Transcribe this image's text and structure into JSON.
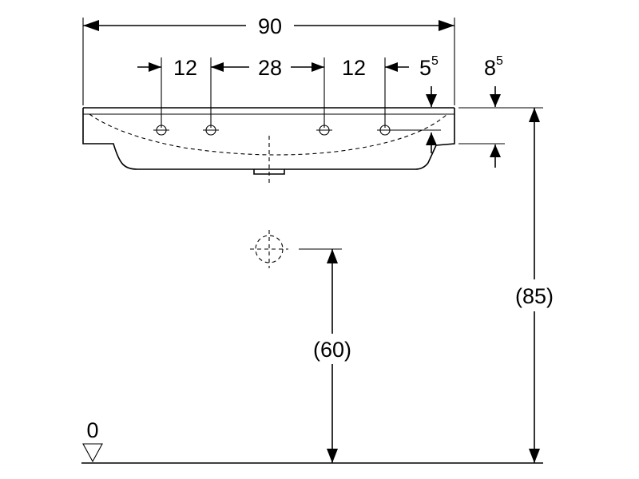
{
  "dimensions": {
    "total_width": "90",
    "hole_spacing_left": "12",
    "hole_spacing_center": "28",
    "hole_spacing_right": "12",
    "rim_offset_base": "5",
    "rim_offset_sup": "5",
    "rim_height_base": "8",
    "rim_height_sup": "5",
    "drain_height": "(60)",
    "top_height": "(85)",
    "floor_level": "0"
  },
  "colors": {
    "line": "#000000",
    "background": "#ffffff"
  }
}
